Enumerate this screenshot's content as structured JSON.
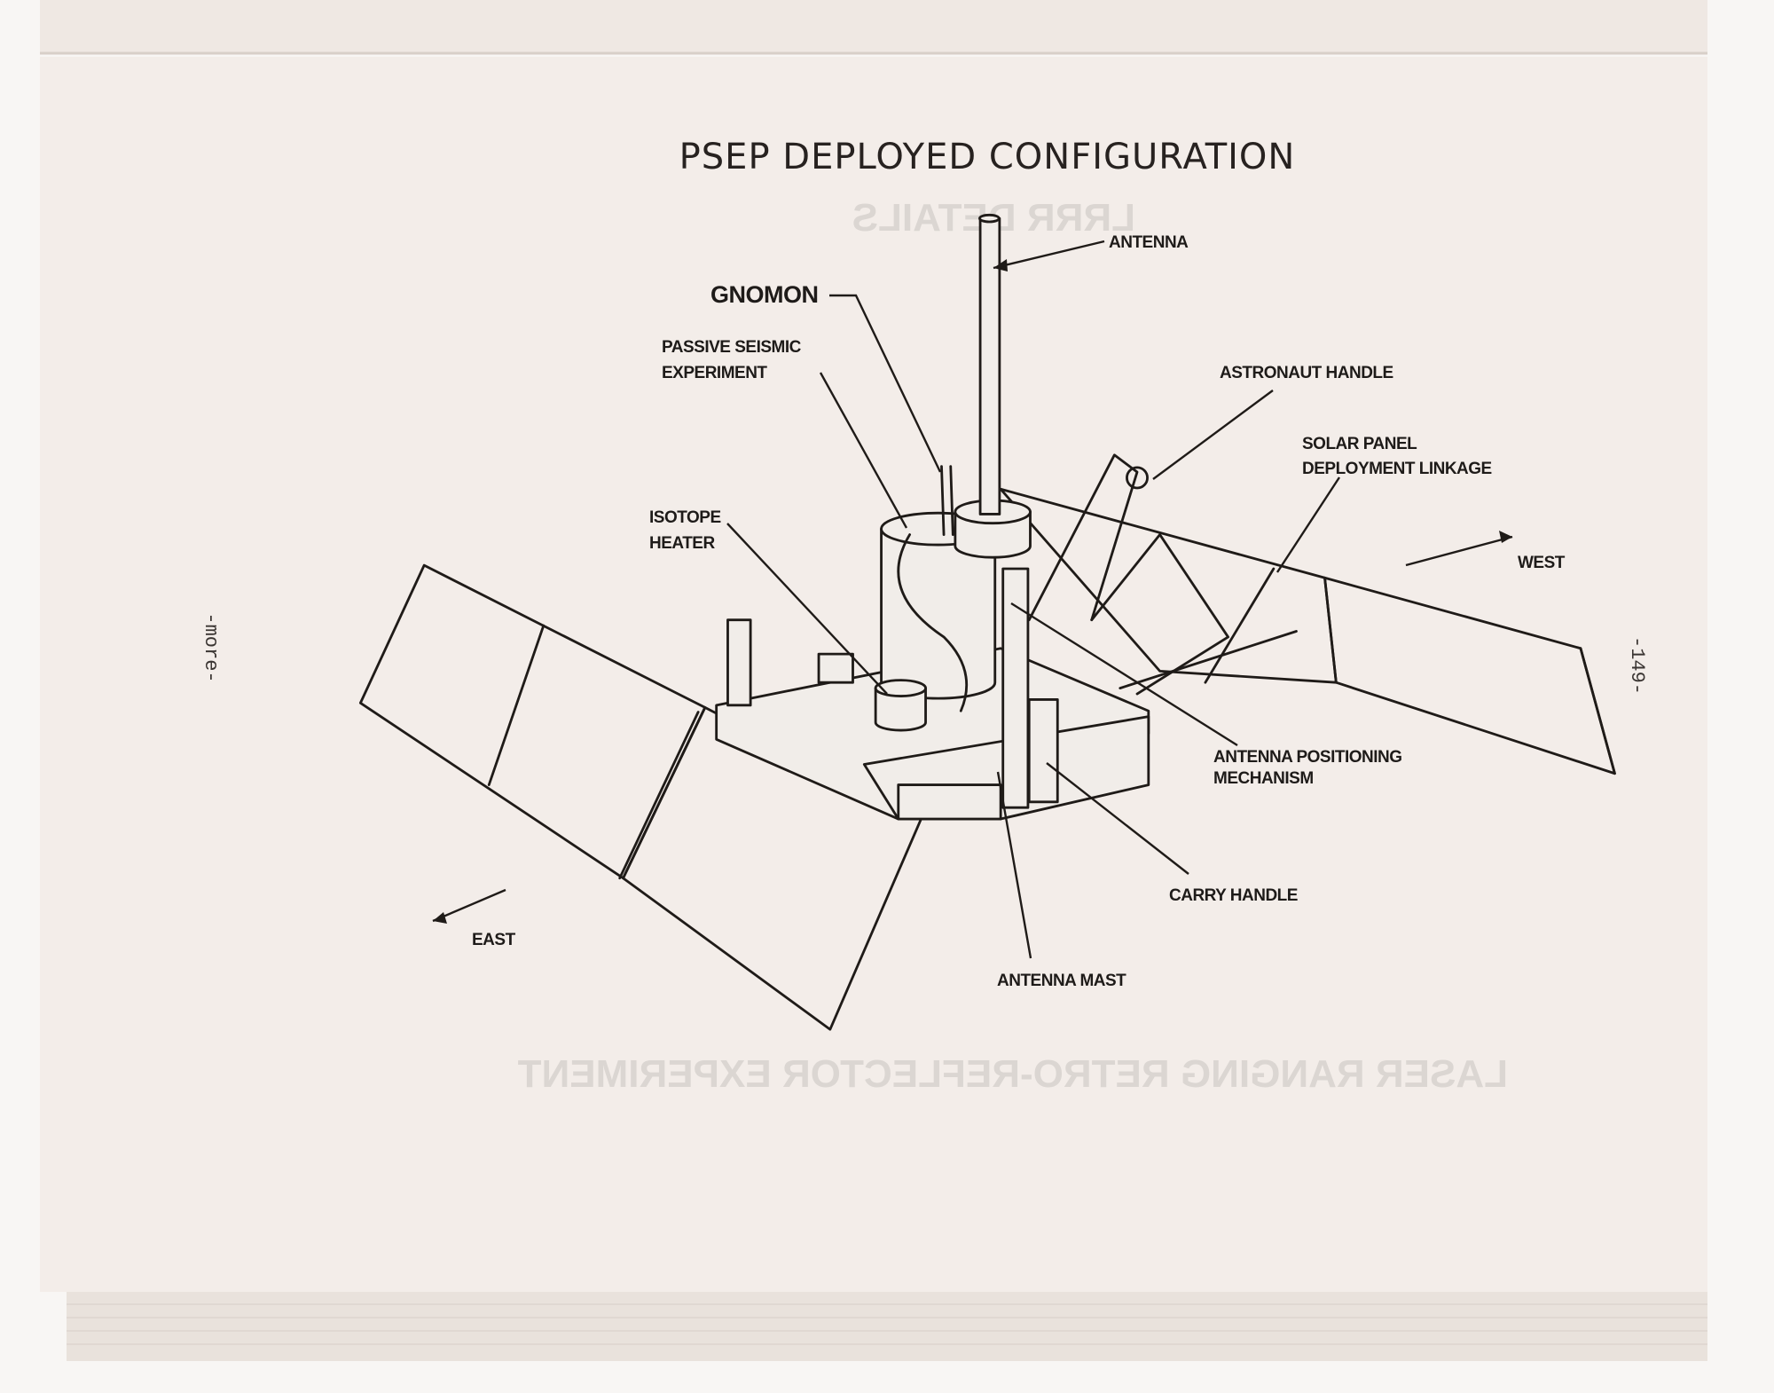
{
  "document": {
    "title": "PSEP DEPLOYED CONFIGURATION",
    "left_margin_note": "-more-",
    "page_number": "-149-"
  },
  "labels": {
    "antenna": "ANTENNA",
    "gnomon": "GNOMON",
    "passive_seismic_1": "PASSIVE SEISMIC",
    "passive_seismic_2": "EXPERIMENT",
    "astronaut_handle": "ASTRONAUT HANDLE",
    "solar_panel_1": "SOLAR PANEL",
    "solar_panel_2": "DEPLOYMENT LINKAGE",
    "isotope_1": "ISOTOPE",
    "isotope_2": "HEATER",
    "west": "WEST",
    "antenna_pos_1": "ANTENNA POSITIONING",
    "antenna_pos_2": "MECHANISM",
    "carry_handle": "CARRY HANDLE",
    "east": "EAST",
    "antenna_mast": "ANTENNA MAST"
  },
  "bleed_through": {
    "heading": "LRRR DETAILS",
    "footer": "LASER RANGING RETRO-REFLECTOR EXPERIMENT"
  },
  "colors": {
    "paper": "#f3ede9",
    "ink": "#1f1b18"
  }
}
